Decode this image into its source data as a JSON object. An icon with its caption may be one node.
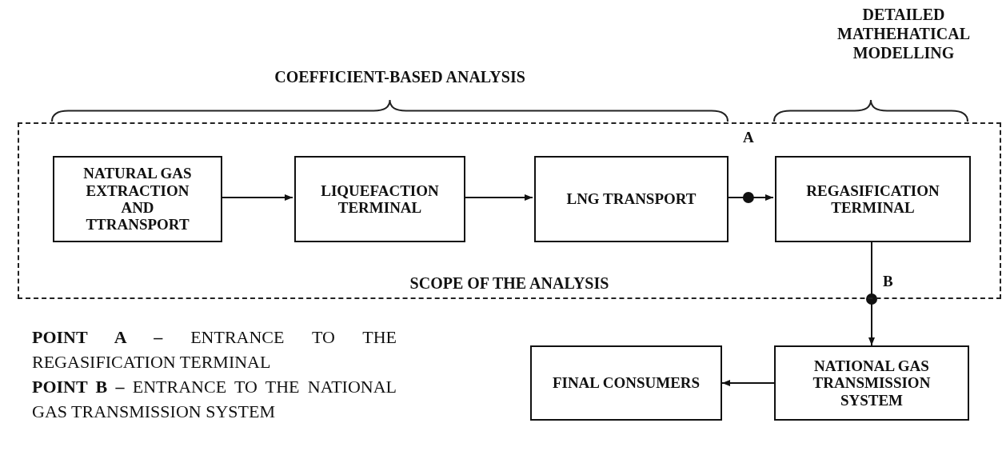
{
  "diagram": {
    "nodes": [
      {
        "text": [
          "SCOPE OF THE ANALYSIS"
        ]
      },
      {
        "text": [
          "NATURAL GAS EXTRACTION AND TTRANSPORT"
        ],
        "in": 0
      },
      {
        "text": [
          "LIQUEFACTION TERMINAL"
        ],
        "in": 0
      },
      {
        "text": [
          "LNG TRANSPORT"
        ],
        "in": 0
      },
      {
        "text": [
          "REGASIFICATION TERMINAL"
        ],
        "in": 0
      },
      {
        "text": [
          "NATIONAL GAS TRANSMISSION SYSTEM"
        ]
      },
      {
        "text": [
          "FINAL CONSUMERS"
        ]
      }
    ],
    "edges": [
      {
        "from": 1,
        "to": 2,
        "arrow": "to"
      },
      {
        "from": 2,
        "to": 3,
        "arrow": "to"
      },
      {
        "from": 3,
        "to": 4,
        "arrow": "to",
        "label": "A"
      },
      {
        "from": 4,
        "to": 5,
        "arrow": "to",
        "label": "B"
      },
      {
        "from": 5,
        "to": 6,
        "arrow": "to"
      }
    ],
    "labels": [
      "COEFFICIENT-BASED ANALYSIS",
      "DETAILED MATHEHATICAL MODELLING",
      "**POINT A –** ENTRANCE TO THE REGASIFICATION TERMINAL",
      "**POINT B –** ENTRANCE TO THE NATIONAL GAS TRANSMISSION SYSTEM"
    ]
  }
}
